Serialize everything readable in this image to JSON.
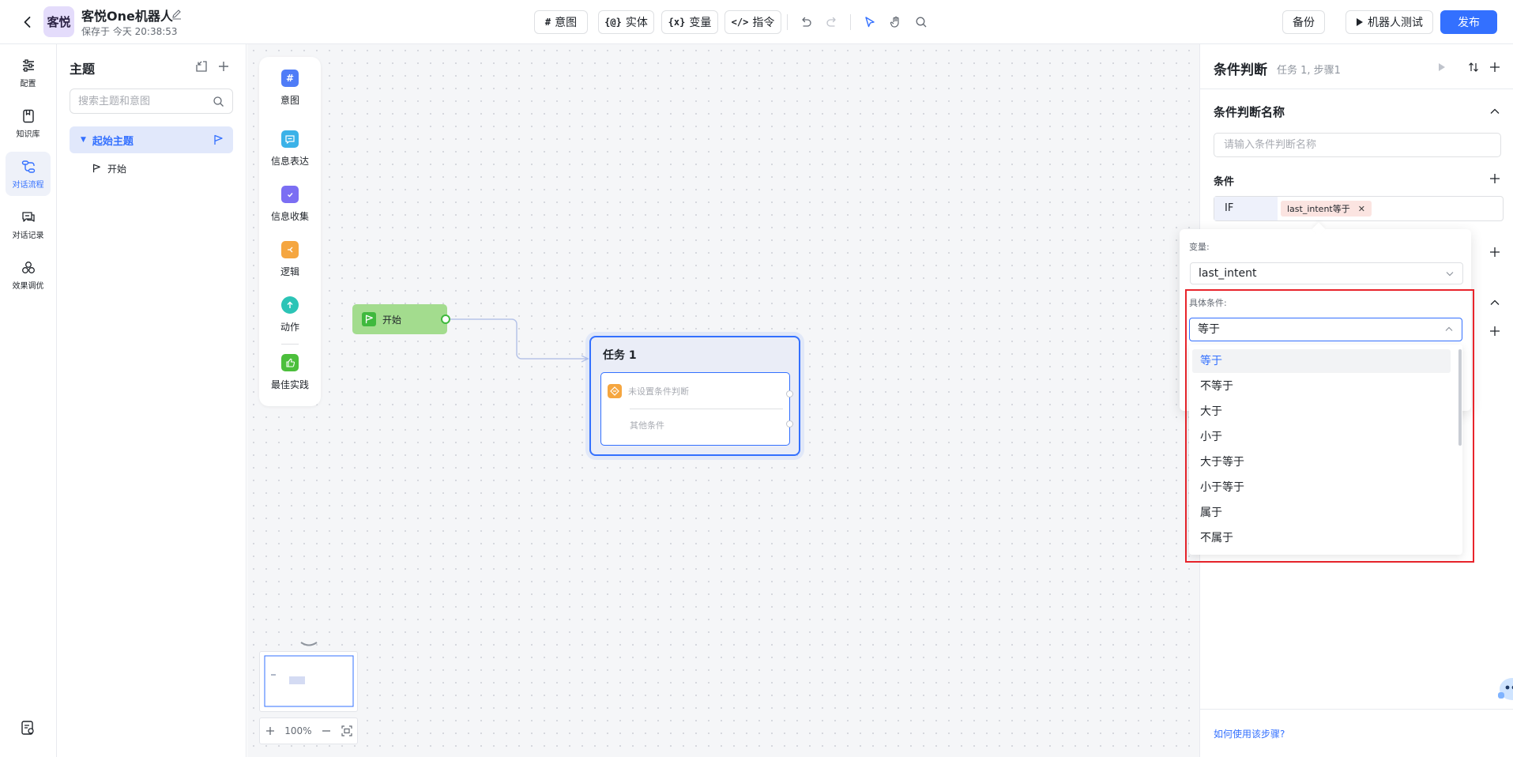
{
  "header": {
    "logo_text": "客悦",
    "title": "客悦One机器人",
    "save_status": "保存于 今天 20:38:53",
    "toolbar": [
      {
        "icon": "#",
        "label": "意图"
      },
      {
        "icon": "{@}",
        "label": "实体"
      },
      {
        "icon": "{x}",
        "label": "变量"
      },
      {
        "icon": "</>",
        "label": "指令"
      }
    ],
    "backup_label": "备份",
    "test_label": "机器人测试",
    "publish_label": "发布",
    "accent_color": "#3370ff"
  },
  "left_nav": {
    "items": [
      {
        "label": "配置",
        "icon": "sliders-icon"
      },
      {
        "label": "知识库",
        "icon": "book-icon"
      },
      {
        "label": "对话流程",
        "icon": "flow-icon",
        "active": true
      },
      {
        "label": "对话记录",
        "icon": "chat-icon"
      },
      {
        "label": "效果调优",
        "icon": "tune-icon"
      }
    ]
  },
  "topics": {
    "title": "主题",
    "search_placeholder": "搜索主题和意图",
    "root": "起始主题",
    "child": "开始"
  },
  "palette": [
    {
      "label": "意图",
      "icon": "hash-icon",
      "color": "#4f7cf7"
    },
    {
      "label": "信息表达",
      "icon": "message-icon",
      "color": "#3bb2e8"
    },
    {
      "label": "信息收集",
      "icon": "folder-check-icon",
      "color": "#7b6ef3"
    },
    {
      "label": "逻辑",
      "icon": "branch-icon",
      "color": "#f5a640"
    },
    {
      "label": "动作",
      "icon": "action-icon",
      "color": "#2cc4b6"
    },
    {
      "label": "最佳实践",
      "icon": "thumb-icon",
      "color": "#4cbf3c"
    }
  ],
  "flow": {
    "start_label": "开始",
    "task_title": "任务 1",
    "condition_placeholder": "未设置条件判断",
    "other_condition": "其他条件"
  },
  "zoom": {
    "level": "100%"
  },
  "right_panel": {
    "title": "条件判断",
    "subtitle": "任务 1, 步骤1",
    "name_section": "条件判断名称",
    "name_placeholder": "请输入条件判断名称",
    "condition_section": "条件",
    "if_label": "IF",
    "tag_text": "last_intent等于",
    "help_link": "如何使用该步骤?"
  },
  "popover": {
    "variable_label": "变量:",
    "variable_value": "last_intent",
    "condition_label": "具体条件:",
    "condition_value": "等于",
    "options": [
      "等于",
      "不等于",
      "大于",
      "小于",
      "大于等于",
      "小于等于",
      "属于",
      "不属于"
    ],
    "selected_index": 0,
    "highlight_color": "#e8242b"
  }
}
